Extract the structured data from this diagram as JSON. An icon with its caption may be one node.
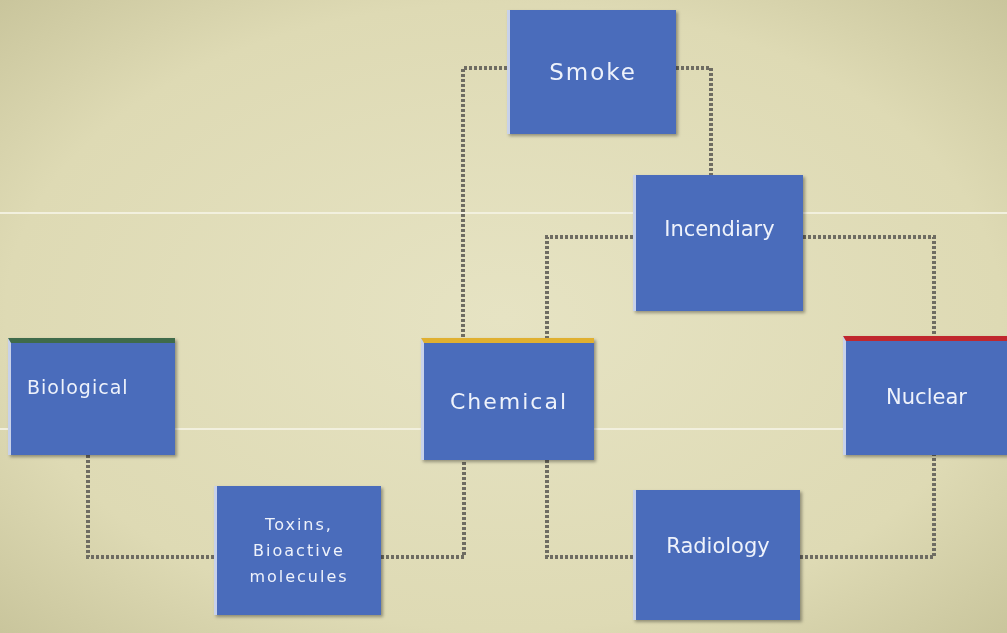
{
  "diagram": {
    "nodes": [
      {
        "text": [
          "Smoke"
        ]
      },
      {
        "text": [
          "Incendiary"
        ]
      },
      {
        "text": [
          "Biological"
        ]
      },
      {
        "text": [
          "Chemical"
        ]
      },
      {
        "text": [
          "Nuclear"
        ]
      },
      {
        "text": [
          "Toxins, Bioactive molecules"
        ]
      },
      {
        "text": [
          "Radiology"
        ]
      }
    ],
    "edges": [
      {
        "from": 0,
        "to": 3,
        "arrow": "none"
      },
      {
        "from": 0,
        "to": 1,
        "arrow": "none"
      },
      {
        "from": 1,
        "to": 3,
        "arrow": "none"
      },
      {
        "from": 1,
        "to": 4,
        "arrow": "none"
      },
      {
        "from": 2,
        "to": 5,
        "arrow": "none"
      },
      {
        "from": 5,
        "to": 3,
        "arrow": "none"
      },
      {
        "from": 3,
        "to": 6,
        "arrow": "none"
      },
      {
        "from": 6,
        "to": 4,
        "arrow": "none"
      }
    ]
  }
}
